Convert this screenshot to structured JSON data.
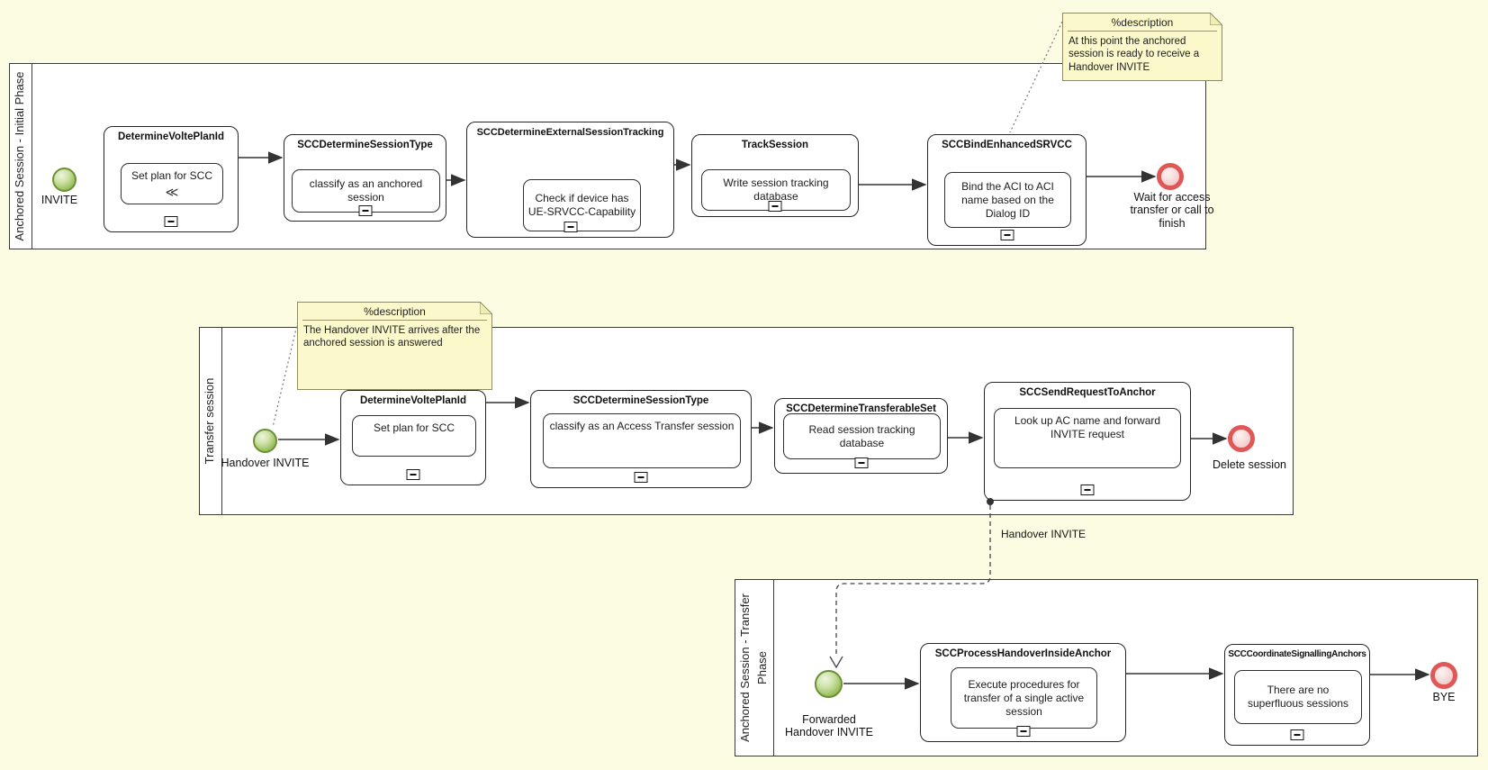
{
  "canvas": {
    "background": "#FCFCE3"
  },
  "colors": {
    "start_event_green": "#8DB54B",
    "end_event_red": "#DF5757",
    "note_fill": "#FBF9CB",
    "lane_fill": "#FFFFFF",
    "line": "#3A3A3A"
  },
  "icons": {
    "rewind": "≪",
    "collapsed_marker": "⊟"
  },
  "notes": [
    {
      "title": "%description",
      "body": "At this point the anchored session is ready to receive a Handover INVITE"
    },
    {
      "title": "%description",
      "body": "The Handover INVITE arrives after the anchored session is answered"
    }
  ],
  "lanes": [
    {
      "label": "Anchored Session - Initial Phase",
      "start_event": {
        "label": "INVITE"
      },
      "end_event": {
        "label": "Wait for access transfer or call to finish"
      },
      "tasks": [
        {
          "title": "DetermineVoltePlanId",
          "body": "Set plan for SCC",
          "marker": "collapsed"
        },
        {
          "title": "SCCDetermineSessionType",
          "body": "classify as an anchored session",
          "marker": "collapsed"
        },
        {
          "title": "SCCDetermineExternalSessionTracking",
          "body": "Check if device has UE-SRVCC-Capability",
          "marker": "collapsed"
        },
        {
          "title": "TrackSession",
          "body": "Write session tracking database",
          "marker": "collapsed"
        },
        {
          "title": "SCCBindEnhancedSRVCC",
          "body": "Bind the ACI to ACI name based on the Dialog ID",
          "marker": "collapsed"
        }
      ]
    },
    {
      "label": "Transfer session",
      "start_event": {
        "label": "Handover INVITE"
      },
      "end_event": {
        "label": "Delete session"
      },
      "tasks": [
        {
          "title": "DetermineVoltePlanId",
          "body": "Set plan for SCC",
          "marker": "collapsed"
        },
        {
          "title": "SCCDetermineSessionType",
          "body": "classify as an Access Transfer session",
          "marker": "collapsed"
        },
        {
          "title": "SCCDetermineTransferableSet",
          "body": "Read session tracking database",
          "marker": "collapsed"
        },
        {
          "title": "SCCSendRequestToAnchor",
          "body": "Look up AC name and forward INVITE request",
          "marker": "collapsed"
        }
      ]
    },
    {
      "label": "Anchored Session - Transfer Phase",
      "start_event": {
        "label": "Forwarded Handover INVITE"
      },
      "end_event": {
        "label": "BYE"
      },
      "tasks": [
        {
          "title": "SCCProcessHandoverInsideAnchor",
          "body": "Execute procedures for transfer of a single active session",
          "marker": "collapsed"
        },
        {
          "title": "SCCCoordinateSignallingAnchors",
          "body": "There are no superfluous sessions",
          "marker": "collapsed"
        }
      ]
    }
  ],
  "flows": {
    "message_label": "Handover INVITE"
  }
}
